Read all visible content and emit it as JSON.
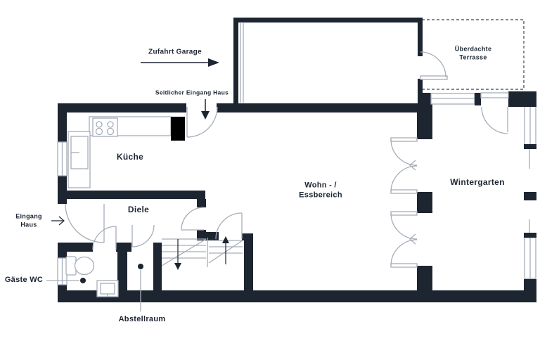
{
  "colors": {
    "wall": "#1d2531",
    "thin_line": "#a6adb8",
    "background": "#ffffff"
  },
  "rooms": {
    "kueche": "Küche",
    "diele": "Diele",
    "gaeste_wc": "Gäste WC",
    "abstellraum": "Abstellraum",
    "wohn_essbereich": {
      "line1": "Wohn - /",
      "line2": "Essbereich"
    },
    "wintergarten": "Wintergarten"
  },
  "annotations": {
    "zufahrt_garage": "Zufahrt Garage",
    "seitlicher_eingang_haus": "Seitlicher Eingang Haus",
    "eingang_haus": {
      "line1": "Eingang",
      "line2": "Haus"
    },
    "ueberdachte_terrasse": {
      "line1": "Überdachte",
      "line2": "Terrasse"
    }
  }
}
